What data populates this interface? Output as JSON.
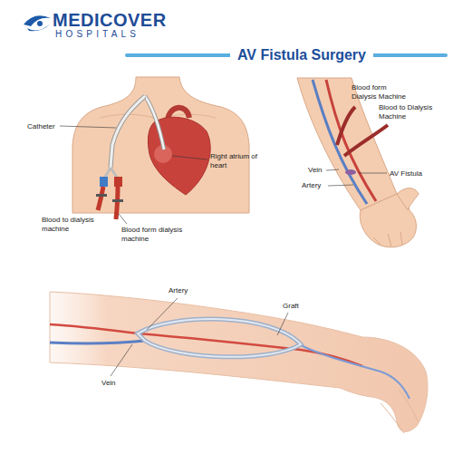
{
  "diagram": {
    "title": "AV Fistula Surgery",
    "labels": [
      "MEDICOVER",
      "HOSPITALS",
      "Catheter",
      "Right atrium of heart",
      "Blood to dialysis machine",
      "Blood form dialysis machine",
      "Blood form Dialysis Machine",
      "Blood to Dialysis Machine",
      "Vein",
      "Artery",
      "AV Fistula",
      "Artery",
      "Graft",
      "Vein"
    ]
  }
}
